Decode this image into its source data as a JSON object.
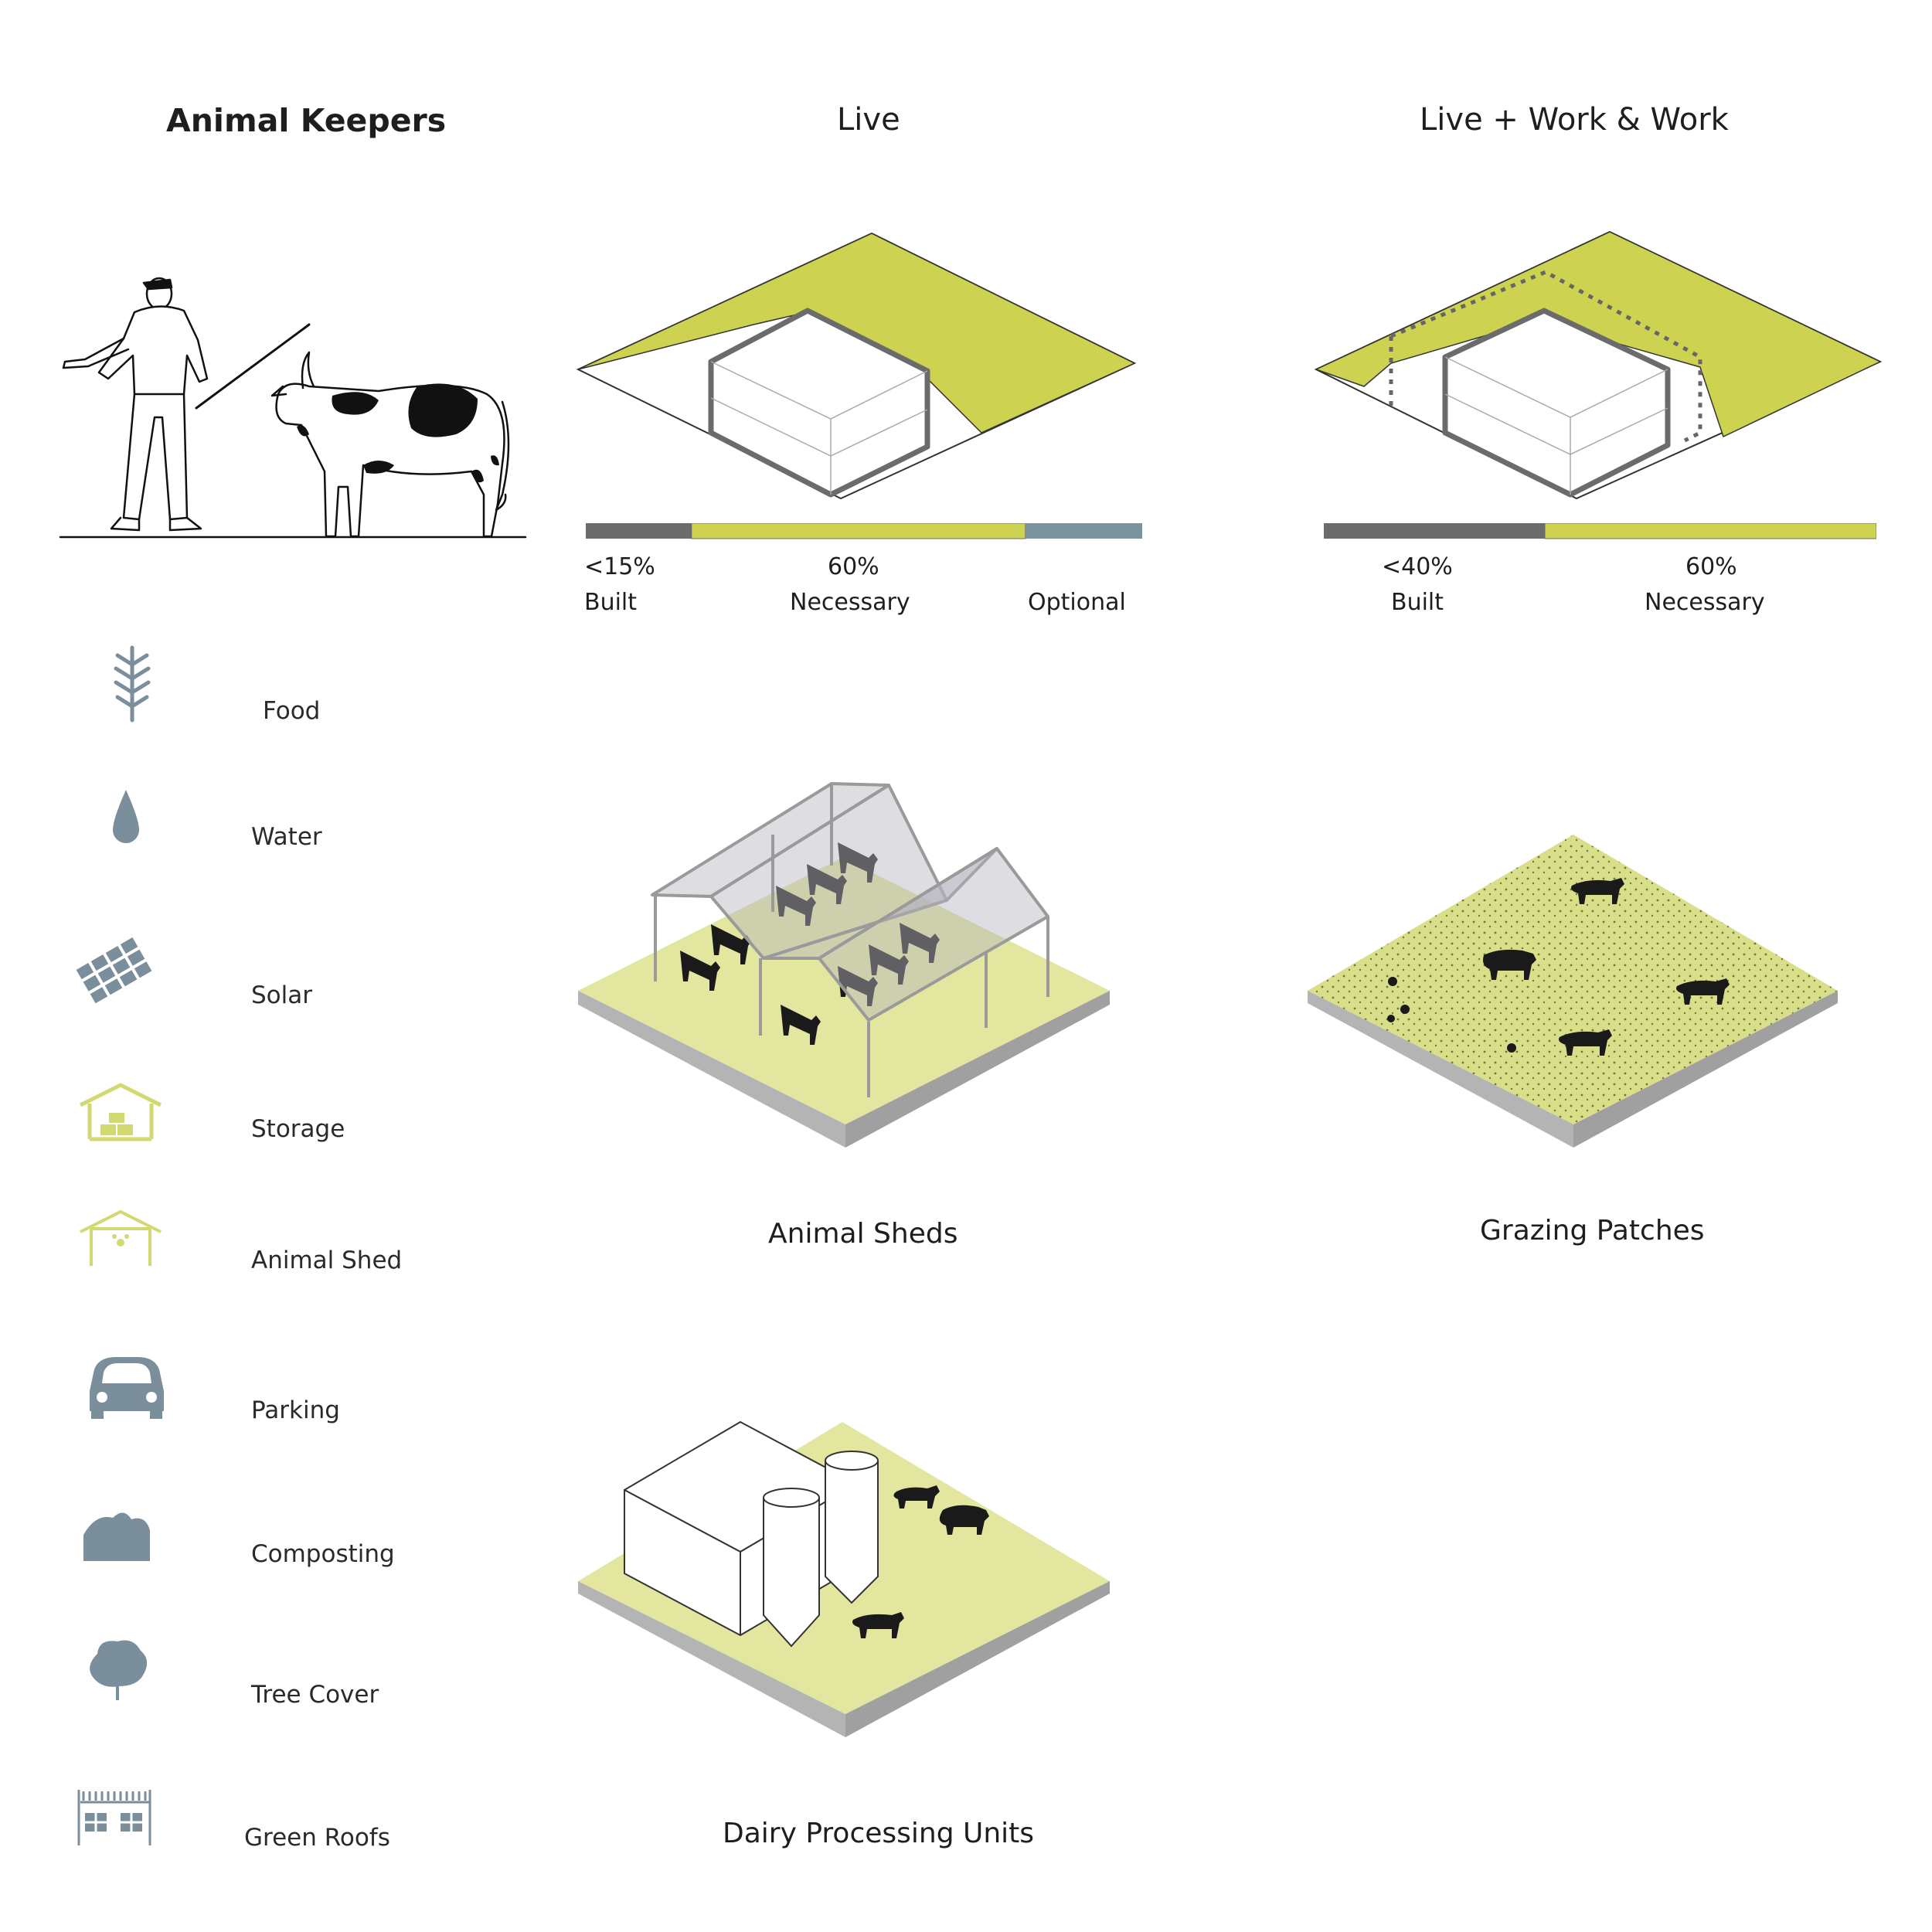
{
  "headings": {
    "animal_keepers": "Animal Keepers",
    "live": "Live",
    "live_work": "Live + Work & Work"
  },
  "live_bar": {
    "built_pct": "<15%",
    "built_label": "Built",
    "necessary_pct": "60%",
    "necessary_label": "Necessary",
    "optional_label": "Optional",
    "shares": [
      0.19,
      0.6,
      0.21
    ]
  },
  "live_work_bar": {
    "built_pct": "<40%",
    "built_label": "Built",
    "necessary_pct": "60%",
    "necessary_label": "Necessary",
    "shares": [
      0.4,
      0.6
    ]
  },
  "legend": [
    {
      "label": "Food",
      "icon": "wheat-icon"
    },
    {
      "label": "Water",
      "icon": "water-drop-icon"
    },
    {
      "label": "Solar",
      "icon": "solar-panel-icon"
    },
    {
      "label": "Storage",
      "icon": "storage-icon"
    },
    {
      "label": "Animal Shed",
      "icon": "animal-shed-icon"
    },
    {
      "label": "Parking",
      "icon": "car-icon"
    },
    {
      "label": "Composting",
      "icon": "composting-icon"
    },
    {
      "label": "Tree Cover",
      "icon": "tree-icon"
    },
    {
      "label": "Green Roofs",
      "icon": "green-roof-icon"
    }
  ],
  "captions": {
    "animal_sheds": "Animal Sheds",
    "grazing_patches": "Grazing Patches",
    "dairy_processing": "Dairy Processing Units"
  },
  "colors": {
    "green": "#cdd350",
    "light_green": "#e2e69f",
    "dark_grey": "#6b6b6b",
    "blue_grey": "#7b929f",
    "icon_grey": "#7b8e9c",
    "icon_green": "#d3d972"
  }
}
